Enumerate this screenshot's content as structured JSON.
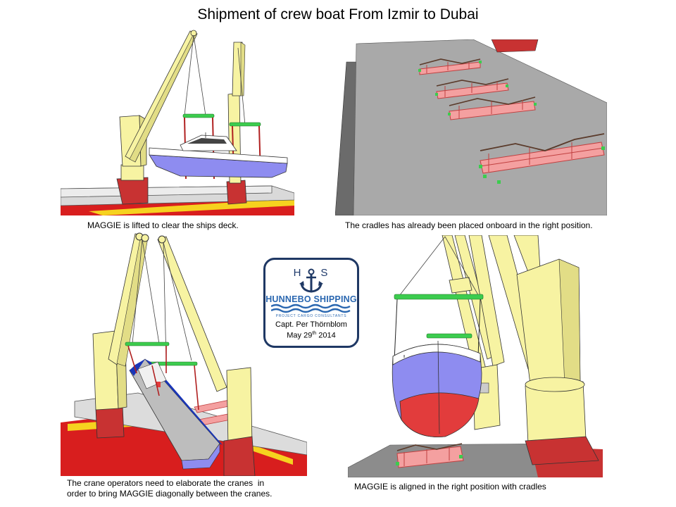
{
  "title": "Shipment of crew boat From Izmir to Dubai",
  "panels": [
    {
      "caption": "MAGGIE is lifted to clear the ships  deck."
    },
    {
      "caption": "The cradles has already been placed onboard in the right position."
    },
    {
      "caption": "The crane operators need to elaborate the cranes  in\norder to bring MAGGIE diagonally between the cranes."
    },
    {
      "caption": "MAGGIE is aligned in the right position with cradles"
    }
  ],
  "logo": {
    "letter_left": "H",
    "letter_right": "S",
    "company": "HUNNEBO SHIPPING",
    "tagline": "PROJECT CARGO CONSULTANTS",
    "person": "Capt. Per Thörnblom",
    "date_prefix": "May 29",
    "date_sup": "th",
    "date_suffix": " 2014"
  },
  "colors": {
    "crane": "#f7f3a2",
    "hull_blue": "#8e8cf0",
    "hull_red": "#e23c3c",
    "deck": "#a9a9a9",
    "spreader": "#3ccc4e",
    "cradle": "#f08a8a",
    "ship_red": "#d81e1e",
    "ship_yellow": "#f6d21f",
    "logo_navy": "#1f3864",
    "logo_blue": "#2a67b0"
  }
}
